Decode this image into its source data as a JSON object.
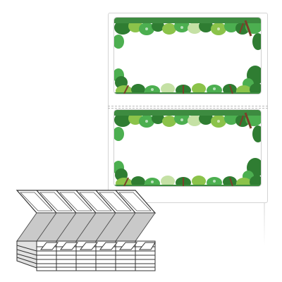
{
  "product": {
    "label_count_on_sheet": 2,
    "fanfold_panels": 6,
    "stack_rows": 6
  },
  "colors": {
    "leaf_dark": "#2f7d32",
    "leaf_mid": "#4caf50",
    "leaf_light": "#8bc34a",
    "leaf_pale": "#c5e1a5",
    "trunk": "#7b3f2a",
    "outline": "#333333",
    "sheet_border": "#d4d4d4",
    "fanfold_grey": "#bdbdbd"
  },
  "icons": [
    "tree-border-decoration",
    "fanfold-labels-illustration"
  ]
}
